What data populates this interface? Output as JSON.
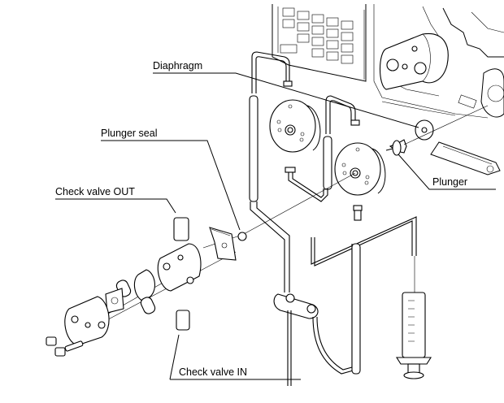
{
  "title": "Pump head exploded view",
  "labels": {
    "diaphragm": "Diaphragm",
    "plunger_seal": "Plunger seal",
    "check_valve_out": "Check valve OUT",
    "plunger": "Plunger",
    "check_valve_in": "Check valve IN"
  },
  "colors": {
    "line": "#000000",
    "background": "#ffffff"
  }
}
